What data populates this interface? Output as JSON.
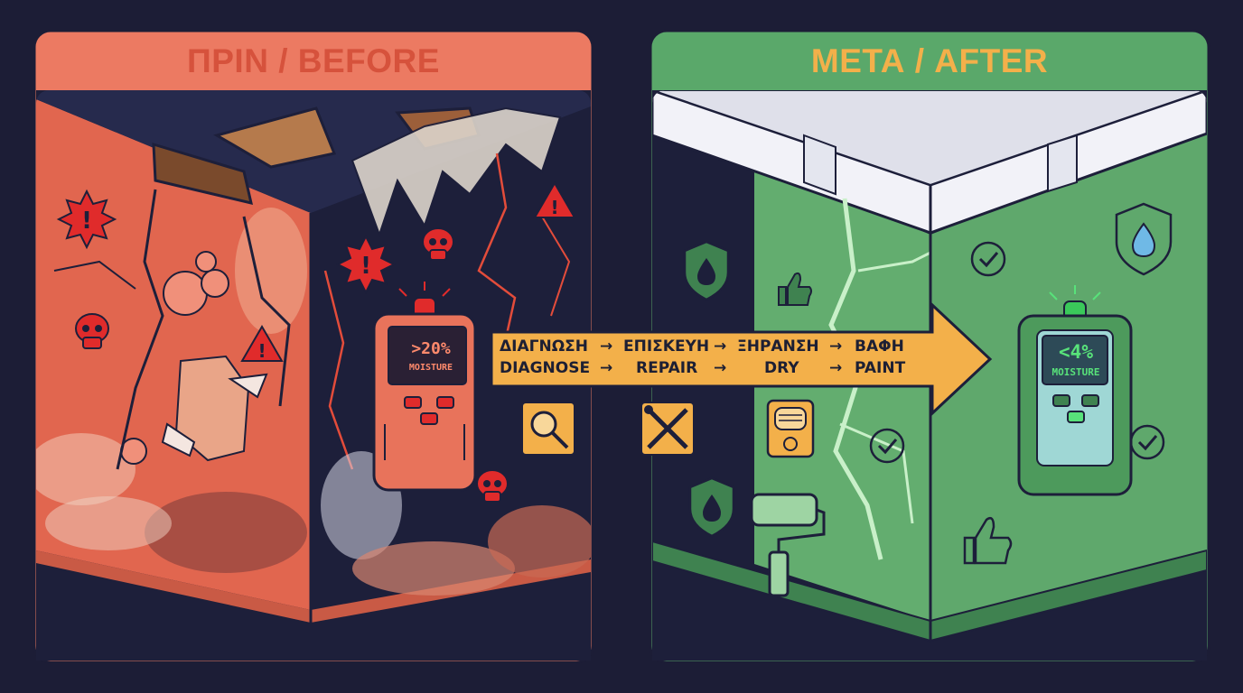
{
  "panels": {
    "before": {
      "title": "ΠΡΙΝ / BEFORE",
      "meter": {
        "value": ">20%",
        "label": "MOISTURE"
      }
    },
    "after": {
      "title": "ΜΕΤΑ / AFTER",
      "meter": {
        "value": "<4%",
        "label": "MOISTURE"
      }
    }
  },
  "process": {
    "steps_gr": [
      "ΔΙΑΓΝΩΣΗ",
      "ΕΠΙΣΚΕΥΗ",
      "ΞΗΡΑΝΣΗ",
      "ΒΑΦΗ"
    ],
    "steps_en": [
      "DIAGNOSE",
      "REPAIR",
      "DRY",
      "PAINT"
    ],
    "separator": "→"
  },
  "icons": {
    "before": [
      "warning-burst-icon",
      "skull-icon",
      "warning-triangle-icon"
    ],
    "after": [
      "water-shield-icon",
      "thumbs-up-icon",
      "check-circle-icon",
      "paint-roller-icon"
    ],
    "steps": [
      "magnifier-icon",
      "tools-icon",
      "dehumidifier-icon"
    ]
  },
  "colors": {
    "background": "#1c1d36",
    "before_panel": "#e9735c",
    "after_panel": "#5aa86a",
    "arrow": "#f3b04a"
  }
}
